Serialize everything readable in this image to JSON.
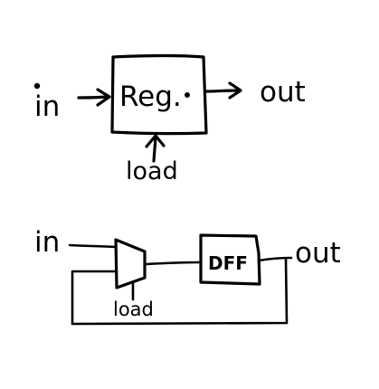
{
  "top": {
    "input_label": "in",
    "block_label": "Reg.",
    "output_label": "out",
    "control_label": "load"
  },
  "bottom": {
    "input_label": "in",
    "mux_control_label": "load",
    "flipflop_label": "DFF",
    "output_label": "out"
  }
}
